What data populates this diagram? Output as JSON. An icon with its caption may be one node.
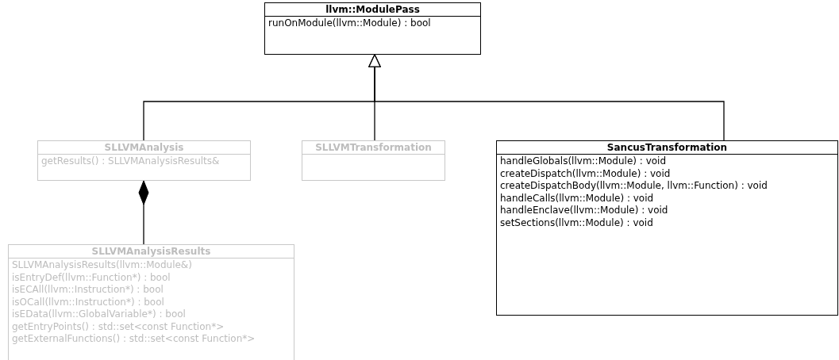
{
  "diagram": {
    "nodes": [
      {
        "text": [
          "llvm::ModulePass",
          "runOnModule(llvm::Module) : bool"
        ]
      },
      {
        "text": [
          "SLLVMAnalysis",
          "getResults() : SLLVMAnalysisResults&"
        ]
      },
      {
        "text": [
          "SLLVMTransformation"
        ]
      },
      {
        "text": [
          "SancusTransformation",
          "handleGlobals(llvm::Module) : void",
          "createDispatch(llvm::Module) : void",
          "createDispatchBody(llvm::Module, llvm::Function) : void",
          "handleCalls(llvm::Module) : void",
          "handleEnclave(llvm::Module) : void",
          "setSections(llvm::Module) : void"
        ]
      },
      {
        "text": [
          "SLLVMAnalysisResults",
          "SLLVMAnalysisResults(llvm::Module&)",
          "isEntryDef(llvm::Function*) : bool",
          "isECAll(llvm::Instruction*) : bool",
          "isOCall(llvm::Instruction*) : bool",
          "isEData(llvm::GlobalVariable*) : bool",
          "getEntryPoints() : std::set<const Function*>",
          "getExternalFunctions() : std::set<const Function*>"
        ]
      }
    ],
    "edges": [
      {
        "from": 1,
        "to": 0,
        "arrow": "to"
      },
      {
        "from": 2,
        "to": 0,
        "arrow": "to"
      },
      {
        "from": 3,
        "to": 0,
        "arrow": "to"
      },
      {
        "from": 4,
        "to": 1,
        "arrow": "other"
      }
    ]
  }
}
